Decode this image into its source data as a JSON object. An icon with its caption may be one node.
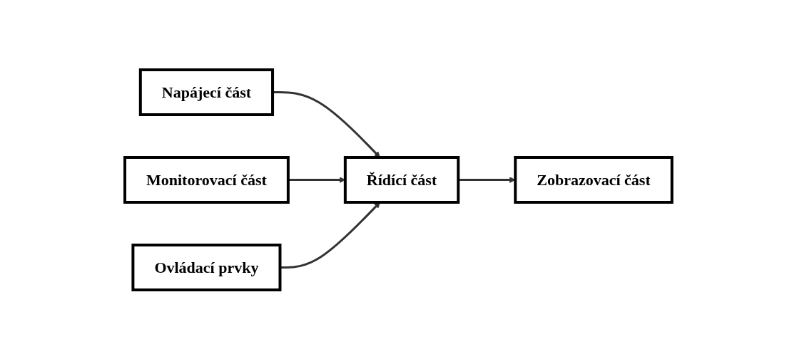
{
  "diagram": {
    "nodes": [
      {
        "text": [
          "Napájecí část"
        ]
      },
      {
        "text": [
          "Řídící část"
        ]
      },
      {
        "text": [
          "Zobrazovací část"
        ]
      },
      {
        "text": [
          "Monitorovací část"
        ]
      },
      {
        "text": [
          "Ovládací prvky"
        ]
      }
    ],
    "edges": [
      {
        "from": 0,
        "to": 1,
        "arrow": "to"
      },
      {
        "from": 1,
        "to": 2,
        "arrow": "to"
      },
      {
        "from": 3,
        "to": 1,
        "arrow": "to"
      },
      {
        "from": 4,
        "to": 1,
        "arrow": "to"
      }
    ]
  }
}
